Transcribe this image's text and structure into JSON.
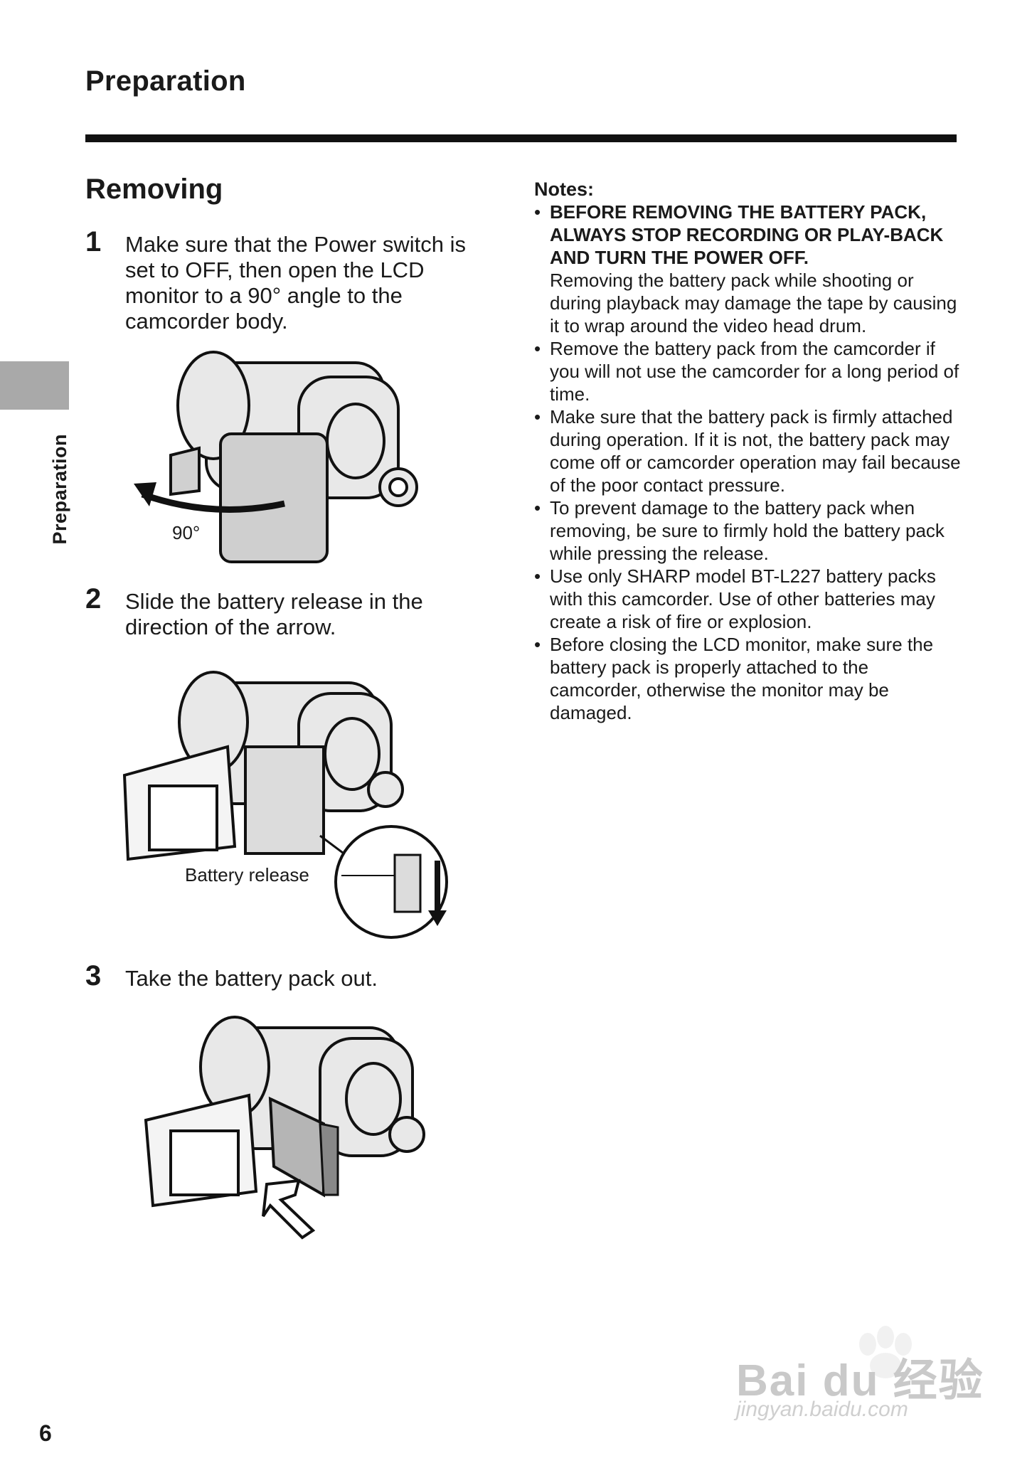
{
  "header": {
    "title": "Preparation"
  },
  "side_tab": {
    "label": "Preparation"
  },
  "section": {
    "heading": "Removing"
  },
  "steps": [
    {
      "number": "1",
      "text": "Make sure that the Power switch is set to OFF, then open the LCD monitor to a 90° angle to the camcorder body."
    },
    {
      "number": "2",
      "text": "Slide the battery release in the direction of the arrow."
    },
    {
      "number": "3",
      "text": "Take the battery pack out."
    }
  ],
  "figures": {
    "fig1_label": "90°",
    "fig2_label": "Battery release"
  },
  "notes": {
    "heading": "Notes:",
    "items": [
      {
        "bold": "BEFORE REMOVING THE BATTERY PACK, ALWAYS STOP RECORDING OR PLAY-BACK AND TURN THE POWER OFF.",
        "text": "Removing the battery pack while shooting or during playback may damage the tape by causing it to wrap around the video head drum."
      },
      {
        "bold": "",
        "text": "Remove the battery pack from the camcorder if you will not use the camcorder for a long period of time."
      },
      {
        "bold": "",
        "text": "Make sure that the battery pack is firmly attached during operation. If it is not, the battery pack may come off or camcorder operation may fail because of the poor contact pressure."
      },
      {
        "bold": "",
        "text": "To prevent damage to the battery pack when removing, be sure to firmly hold the battery pack while pressing the release."
      },
      {
        "bold": "",
        "text": "Use only SHARP model BT-L227 battery packs with this camcorder. Use of other batteries may create a risk of fire or explosion."
      },
      {
        "bold": "",
        "text": "Before closing the LCD monitor, make sure the battery pack is properly attached to the camcorder, otherwise the monitor may be damaged."
      }
    ]
  },
  "footer": {
    "page_number": "6"
  },
  "watermark": {
    "brand": "Bai du 经验",
    "url": "jingyan.baidu.com"
  }
}
